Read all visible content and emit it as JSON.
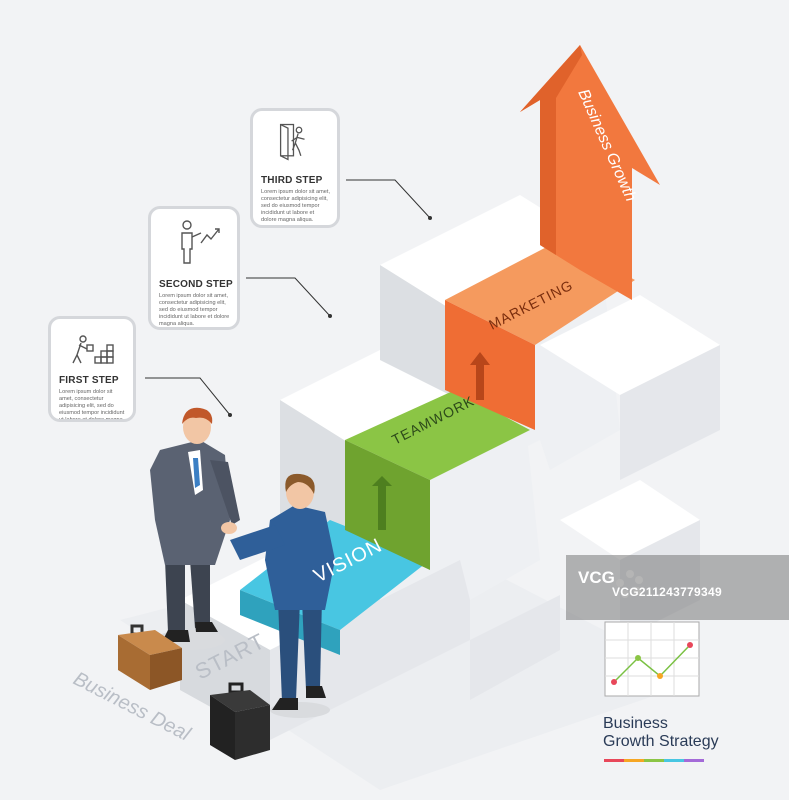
{
  "steps": [
    {
      "title": "FIRST STEP",
      "body": "Lorem ipsum dolor sit amet, consectetur adipisicing elit, sed do eiusmod tempor incididunt ut labore et dolore magna aliqua."
    },
    {
      "title": "SECOND STEP",
      "body": "Lorem ipsum dolor sit amet, consectetur adipisicing elit, sed do eiusmod tempor incididunt ut labore et dolore magna aliqua."
    },
    {
      "title": "THIRD STEP",
      "body": "Lorem ipsum dolor sit amet, consectetur adipisicing elit, sed do eiusmod tempor incididunt ut labore et dolore magna aliqua."
    }
  ],
  "stairs": {
    "vision": "VISION",
    "teamwork": "TEAMWORK",
    "marketing": "MARKETING",
    "arrow_label": "Business Growth"
  },
  "floor": {
    "start": "START",
    "deal": "Business Deal"
  },
  "legend": {
    "line1": "Business",
    "line2": "Growth Strategy"
  },
  "watermark": {
    "logo": "VCG",
    "code": "VCG211243779349"
  },
  "colors": {
    "vision": "#48c6e2",
    "teamwork": "#8bc545",
    "marketing": "#f59a5e",
    "arrow": "#f2783e",
    "stairs": "#ffffff",
    "legend_bar": [
      "#e8475a",
      "#f6a623",
      "#8bc545",
      "#48c6e2",
      "#a46ad8"
    ]
  }
}
